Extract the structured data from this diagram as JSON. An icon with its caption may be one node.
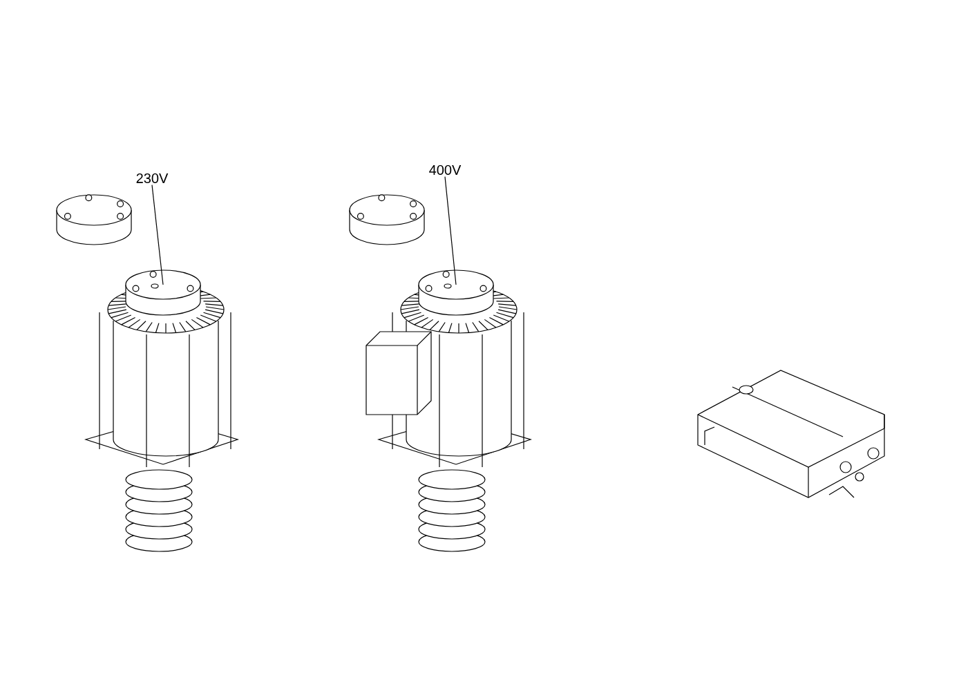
{
  "diagram": {
    "nodes": [
      {
        "text": [
          "230V"
        ]
      },
      {
        "text": [],
        "shape": "picture"
      },
      {
        "text": [
          "400V"
        ]
      },
      {
        "text": [],
        "shape": "picture"
      }
    ],
    "edges": [
      {
        "from": 0,
        "to": 1,
        "arrow": "none"
      },
      {
        "from": 2,
        "to": 3,
        "arrow": "none"
      }
    ]
  }
}
